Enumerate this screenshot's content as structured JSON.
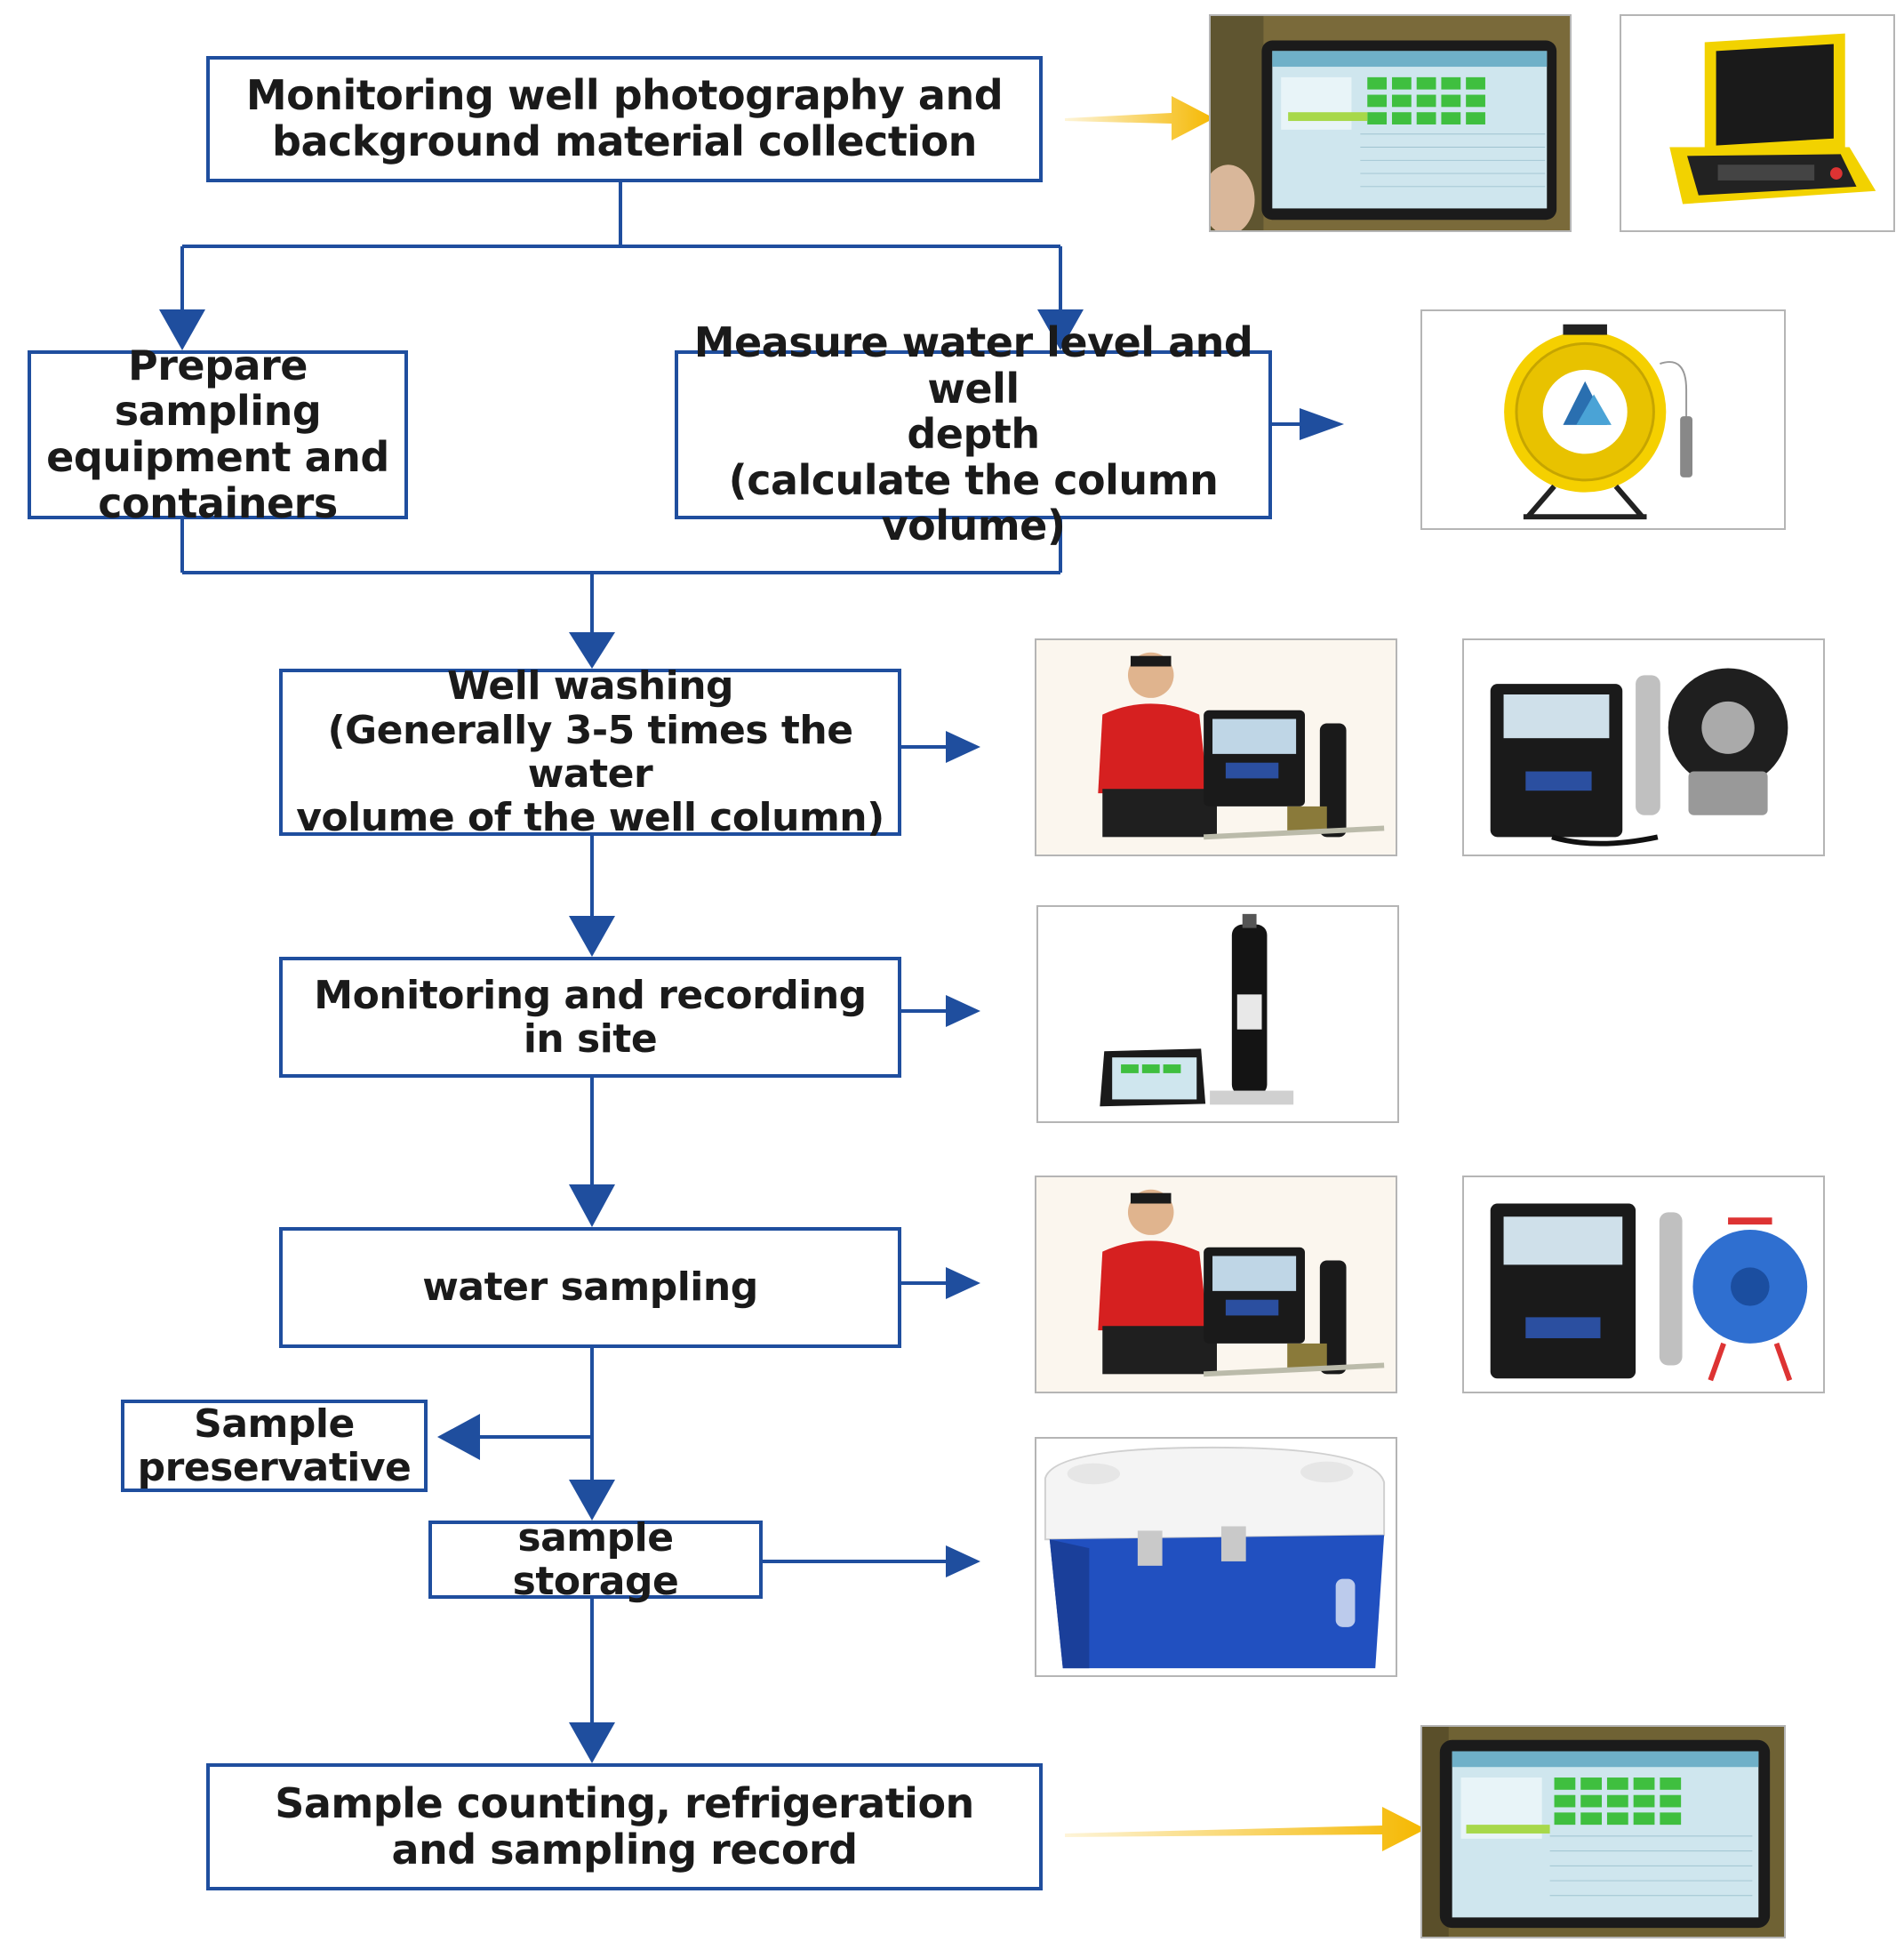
{
  "colors": {
    "box_border": "#1f4e9e",
    "arrow": "#1f4e9e",
    "highlight_arrow": "#f5b800",
    "text": "#1a1a1a"
  },
  "steps": {
    "photography": "Monitoring well photography and\nbackground material collection",
    "prepare": "Prepare sampling\nequipment and\ncontainers",
    "measure": "Measure water level and well\ndepth\n(calculate the column volume)",
    "washing": "Well washing\n(Generally 3-5 times the water\nvolume of the well column)",
    "monitoring": "Monitoring and recording in site",
    "sampling": "water sampling",
    "preservative": "Sample\npreservative",
    "storage": "sample storage",
    "counting": "Sample counting, refrigeration\nand sampling record"
  },
  "photos": {
    "tablet_field_1": "tablet-in-field-photo",
    "yellow_case": "yellow-instrument-case-photo",
    "water_level_reel": "water-level-meter-reel-photo",
    "man_with_equipment_1": "man-with-sampling-equipment-photo",
    "sampling_kit_1": "sampling-pump-kit-photo",
    "probe_and_tablet": "multiparameter-probe-and-tablet-photo",
    "man_with_equipment_2": "man-with-sampling-equipment-photo",
    "sampling_kit_2": "sampling-kit-with-blue-reel-photo",
    "cooler_box": "blue-cooler-box-photo",
    "tablet_field_2": "tablet-in-field-photo"
  }
}
